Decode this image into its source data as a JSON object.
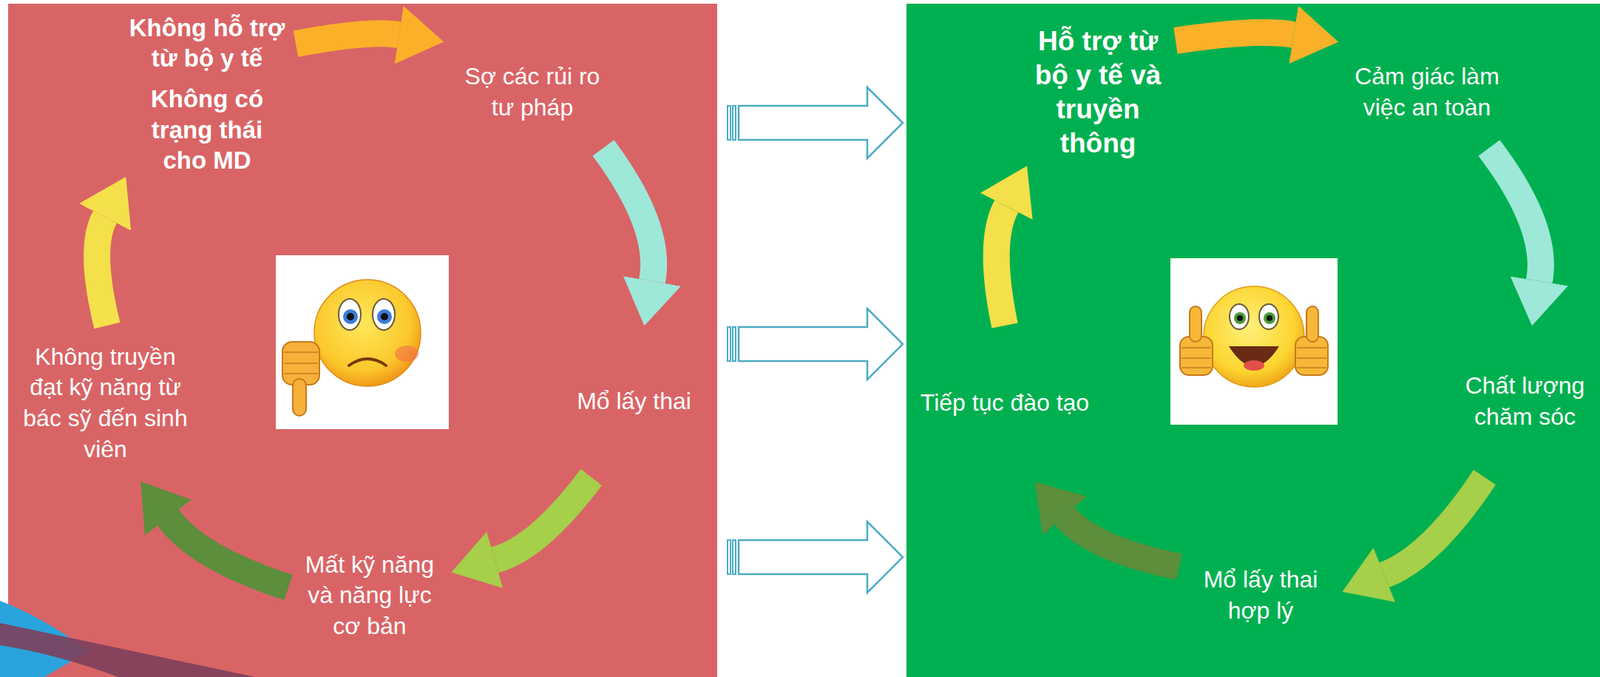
{
  "diagram": {
    "nodes": [
      {
        "text": [
          "Không hỗ trợ từ bộ y tế",
          "Không có trạng thái cho MD"
        ]
      },
      {
        "text": [
          "Sợ các rủi ro tư pháp"
        ]
      },
      {
        "text": [
          "Mổ lấy thai"
        ]
      },
      {
        "text": [
          "Mất kỹ năng và năng lực cơ bản"
        ]
      },
      {
        "text": [
          "Không truyền đạt kỹ năng từ bác sỹ đến sinh viên"
        ]
      },
      {
        "text": [
          "Hỗ trợ từ bộ y tế và truyền thông"
        ]
      },
      {
        "text": [
          "Cảm giác làm việc an toàn"
        ]
      },
      {
        "text": [
          "Chất lượng chăm sóc"
        ]
      },
      {
        "text": [
          "Mổ lấy thai hợp lý"
        ]
      },
      {
        "text": [
          "Tiếp tục đào tạo"
        ]
      }
    ],
    "edges": [
      {
        "from": 0,
        "to": 1,
        "arrow": "to"
      },
      {
        "from": 1,
        "to": 2,
        "arrow": "to"
      },
      {
        "from": 2,
        "to": 3,
        "arrow": "to"
      },
      {
        "from": 3,
        "to": 4,
        "arrow": "to"
      },
      {
        "from": 4,
        "to": 0,
        "arrow": "to"
      },
      {
        "from": 5,
        "to": 6,
        "arrow": "to"
      },
      {
        "from": 6,
        "to": 7,
        "arrow": "to"
      },
      {
        "from": 7,
        "to": 8,
        "arrow": "to"
      },
      {
        "from": 8,
        "to": 9,
        "arrow": "to"
      },
      {
        "from": 9,
        "to": 5,
        "arrow": "to"
      }
    ]
  }
}
